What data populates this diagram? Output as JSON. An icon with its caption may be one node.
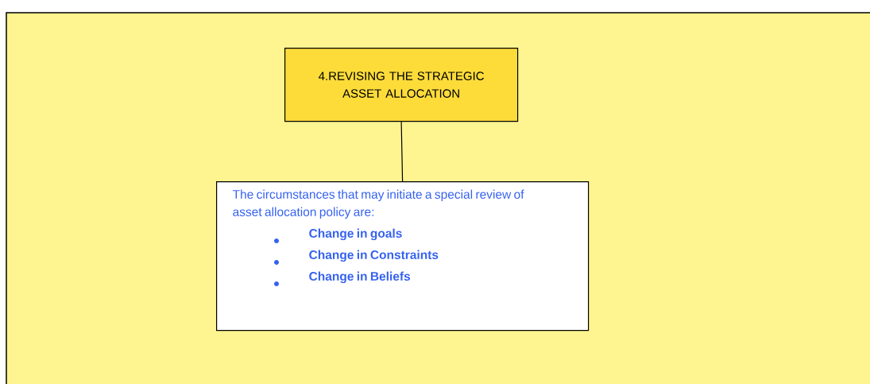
{
  "diagram": {
    "nodes": [
      {
        "text": [
          "4.REVISING THE STRATEGIC ASSET ALLOCATION"
        ]
      },
      {
        "text": [
          "The circumstances that may initiate a special review of asset allocation policy are:",
          "Change in goals",
          "Change in Constraints",
          "Change in Beliefs"
        ]
      }
    ],
    "edges": [
      {
        "from": 0,
        "to": 1,
        "arrow": "none"
      }
    ]
  }
}
